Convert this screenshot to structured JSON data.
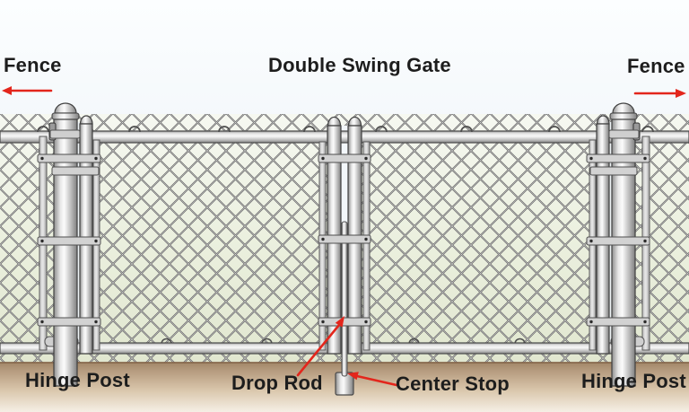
{
  "title": "Double Swing Gate",
  "labels": {
    "fence_left": "Fence",
    "fence_right": "Fence",
    "hinge_post_left": "Hinge Post",
    "hinge_post_right": "Hinge Post",
    "drop_rod": "Drop Rod",
    "center_stop": "Center Stop"
  },
  "colors": {
    "arrow": "#e3261c",
    "label_text": "#1d1d1d",
    "sky_top": "#fcfeff",
    "sky_bottom": "#e6edf2",
    "grass_top": "#f6f8f1",
    "grass_bottom": "#e1e7d0",
    "ground_top": "#a28768",
    "ground_bottom": "#f5efe5",
    "mesh_wire": "#646464",
    "metal_light": "#fbfbfb",
    "metal_dark": "#7f7f7f"
  }
}
